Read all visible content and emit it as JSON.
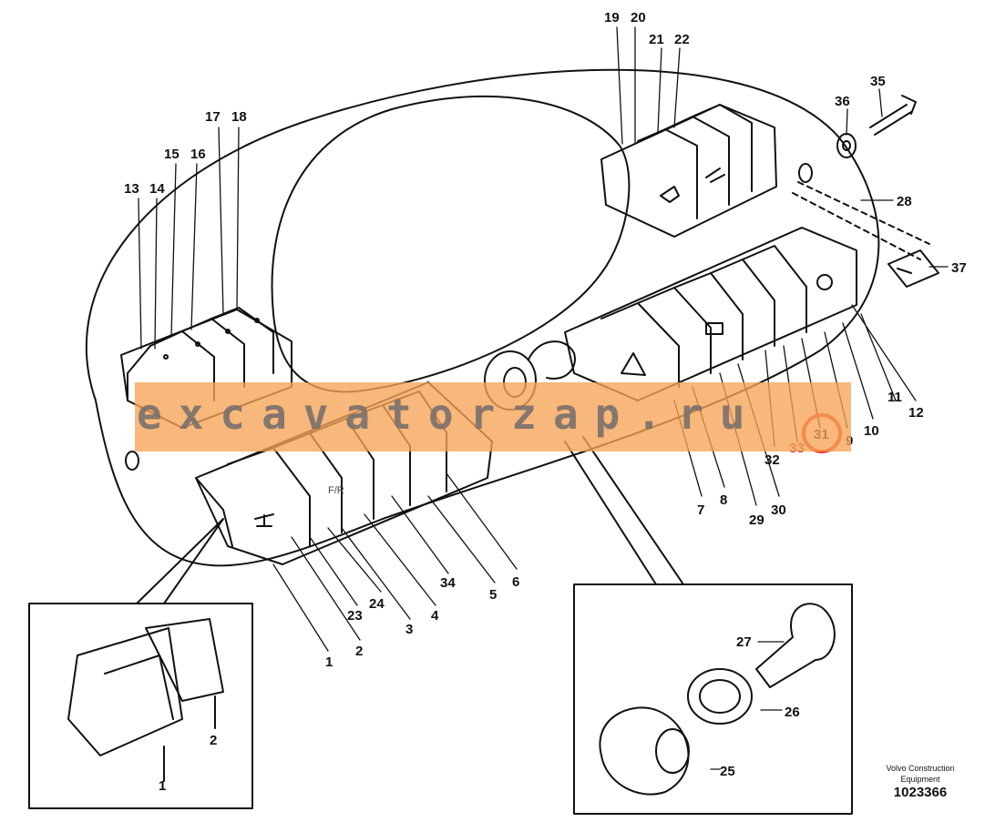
{
  "diagram": {
    "labels": {
      "l1": "1",
      "l2": "2",
      "l3": "3",
      "l4": "4",
      "l5": "5",
      "l6": "6",
      "l7": "7",
      "l8": "8",
      "l9": "9",
      "l10": "10",
      "l11": "11",
      "l12": "12",
      "l13": "13",
      "l14": "14",
      "l15": "15",
      "l16": "16",
      "l17": "17",
      "l18": "18",
      "l19": "19",
      "l20": "20",
      "l21": "21",
      "l22": "22",
      "l23": "23",
      "l24": "24",
      "l25": "25",
      "l26": "26",
      "l27": "27",
      "l28": "28",
      "l29": "29",
      "l30": "30",
      "l31": "31",
      "l32": "32",
      "l33": "33",
      "l34": "34",
      "l35": "35",
      "l36": "36",
      "l37": "37",
      "inset1": "1",
      "inset2": "2"
    },
    "switch_symbols": {
      "fr": "F/R"
    },
    "highlight_color": "#e8392b"
  },
  "watermark": {
    "text": "excavatorzap.ru"
  },
  "footer": {
    "maker": "Volvo Construction Equipment",
    "id": "1023366"
  }
}
